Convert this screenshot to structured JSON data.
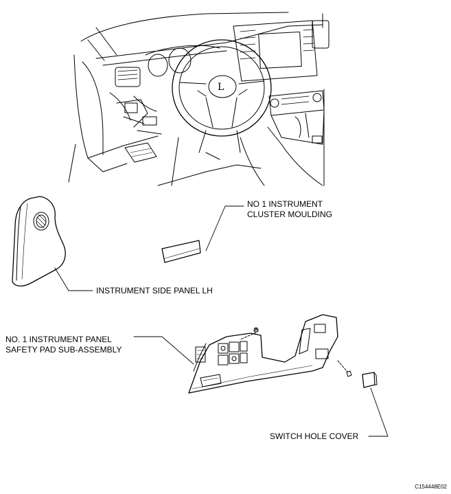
{
  "callouts": {
    "cluster_moulding": {
      "line1": "NO  1 INSTRUMENT",
      "line2": "CLUSTER MOULDING"
    },
    "side_panel": {
      "text": "INSTRUMENT SIDE PANEL LH"
    },
    "safety_pad": {
      "line1": "NO. 1 INSTRUMENT PANEL",
      "line2": "SAFETY PAD SUB-ASSEMBLY"
    },
    "switch_cover": {
      "text": "SWITCH HOLE COVER"
    }
  },
  "figure_code": "C154448E02",
  "colors": {
    "ink": "#000000",
    "paper": "#ffffff",
    "shade": "#bdbdbd"
  }
}
